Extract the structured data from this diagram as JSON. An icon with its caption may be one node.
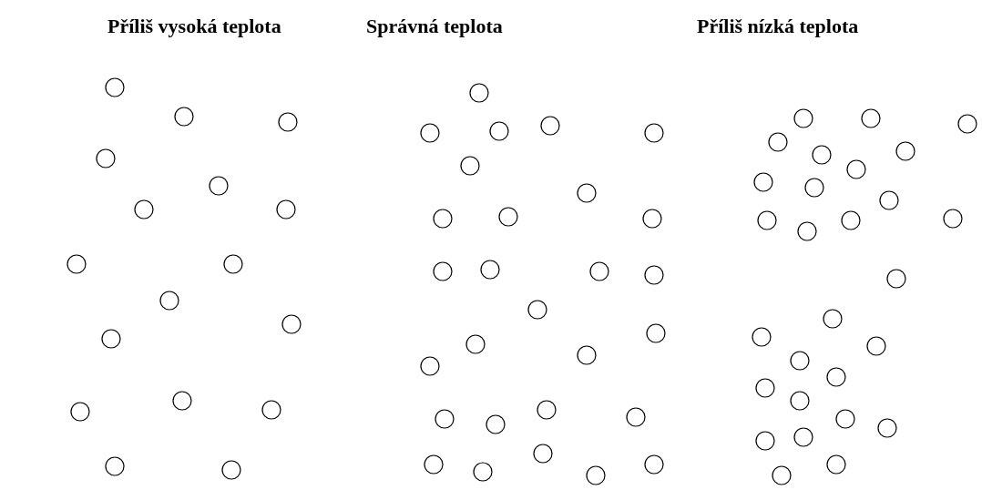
{
  "diagram": {
    "labels": [
      "Příliš vysoká teplota",
      "Správná teplota",
      "Příliš nízká teplota"
    ]
  }
}
